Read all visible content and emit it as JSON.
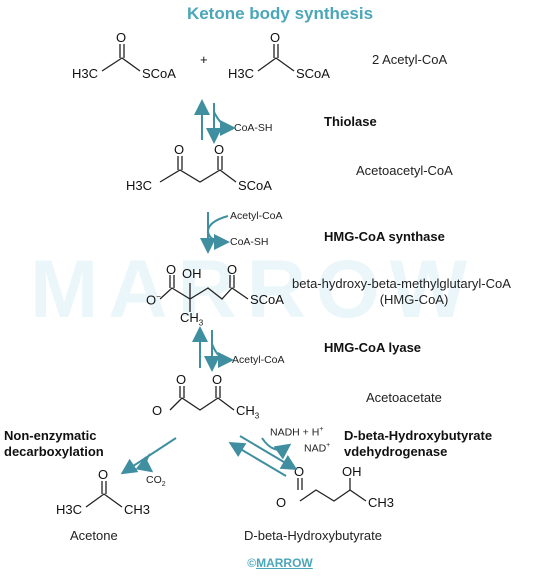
{
  "title": "Ketone body synthesis",
  "watermark": "MARROW",
  "footer": {
    "copyright": "©",
    "brand": "MARROW"
  },
  "compounds": {
    "acetyl_coa": "2 Acetyl-CoA",
    "acetoacetyl_coa": "Acetoacetyl-CoA",
    "hmg_coa_line1": "beta-hydroxy-beta-methylglutaryl-CoA",
    "hmg_coa_line2": "(HMG-CoA)",
    "acetoacetate": "Acetoacetate",
    "acetone": "Acetone",
    "hydroxybutyrate": "D-beta-Hydroxybutyrate"
  },
  "enzymes": {
    "thiolase": "Thiolase",
    "hmg_synthase": "HMG-CoA synthase",
    "hmg_lyase": "HMG-CoA lyase",
    "non_enzymatic_line1": "Non-enzymatic",
    "non_enzymatic_line2": "decarboxylation",
    "bdh_line1": "D-beta-Hydroxybutyrate",
    "bdh_line2": "vdehydrogenase"
  },
  "cofactors": {
    "coash_1": "CoA-SH",
    "acetylcoa_in": "Acetyl-CoA",
    "coash_2": "CoA-SH",
    "acetylcoa_out": "Acetyl-CoA",
    "nadh": "NADH + H",
    "nad": "NAD",
    "co2": "CO"
  },
  "atoms": {
    "plus": "+",
    "o": "O",
    "ominus": "O",
    "oh": "OH",
    "h3c": "H3C",
    "ch3": "CH3",
    "scoa": "SCoA",
    "superscript_plus": "+",
    "superscript_minus": "−",
    "subscript_2": "2",
    "subscript_3": "3"
  },
  "colors": {
    "accent": "#4aa6b8",
    "arrow": "#3f8fa0",
    "text": "#222222"
  }
}
